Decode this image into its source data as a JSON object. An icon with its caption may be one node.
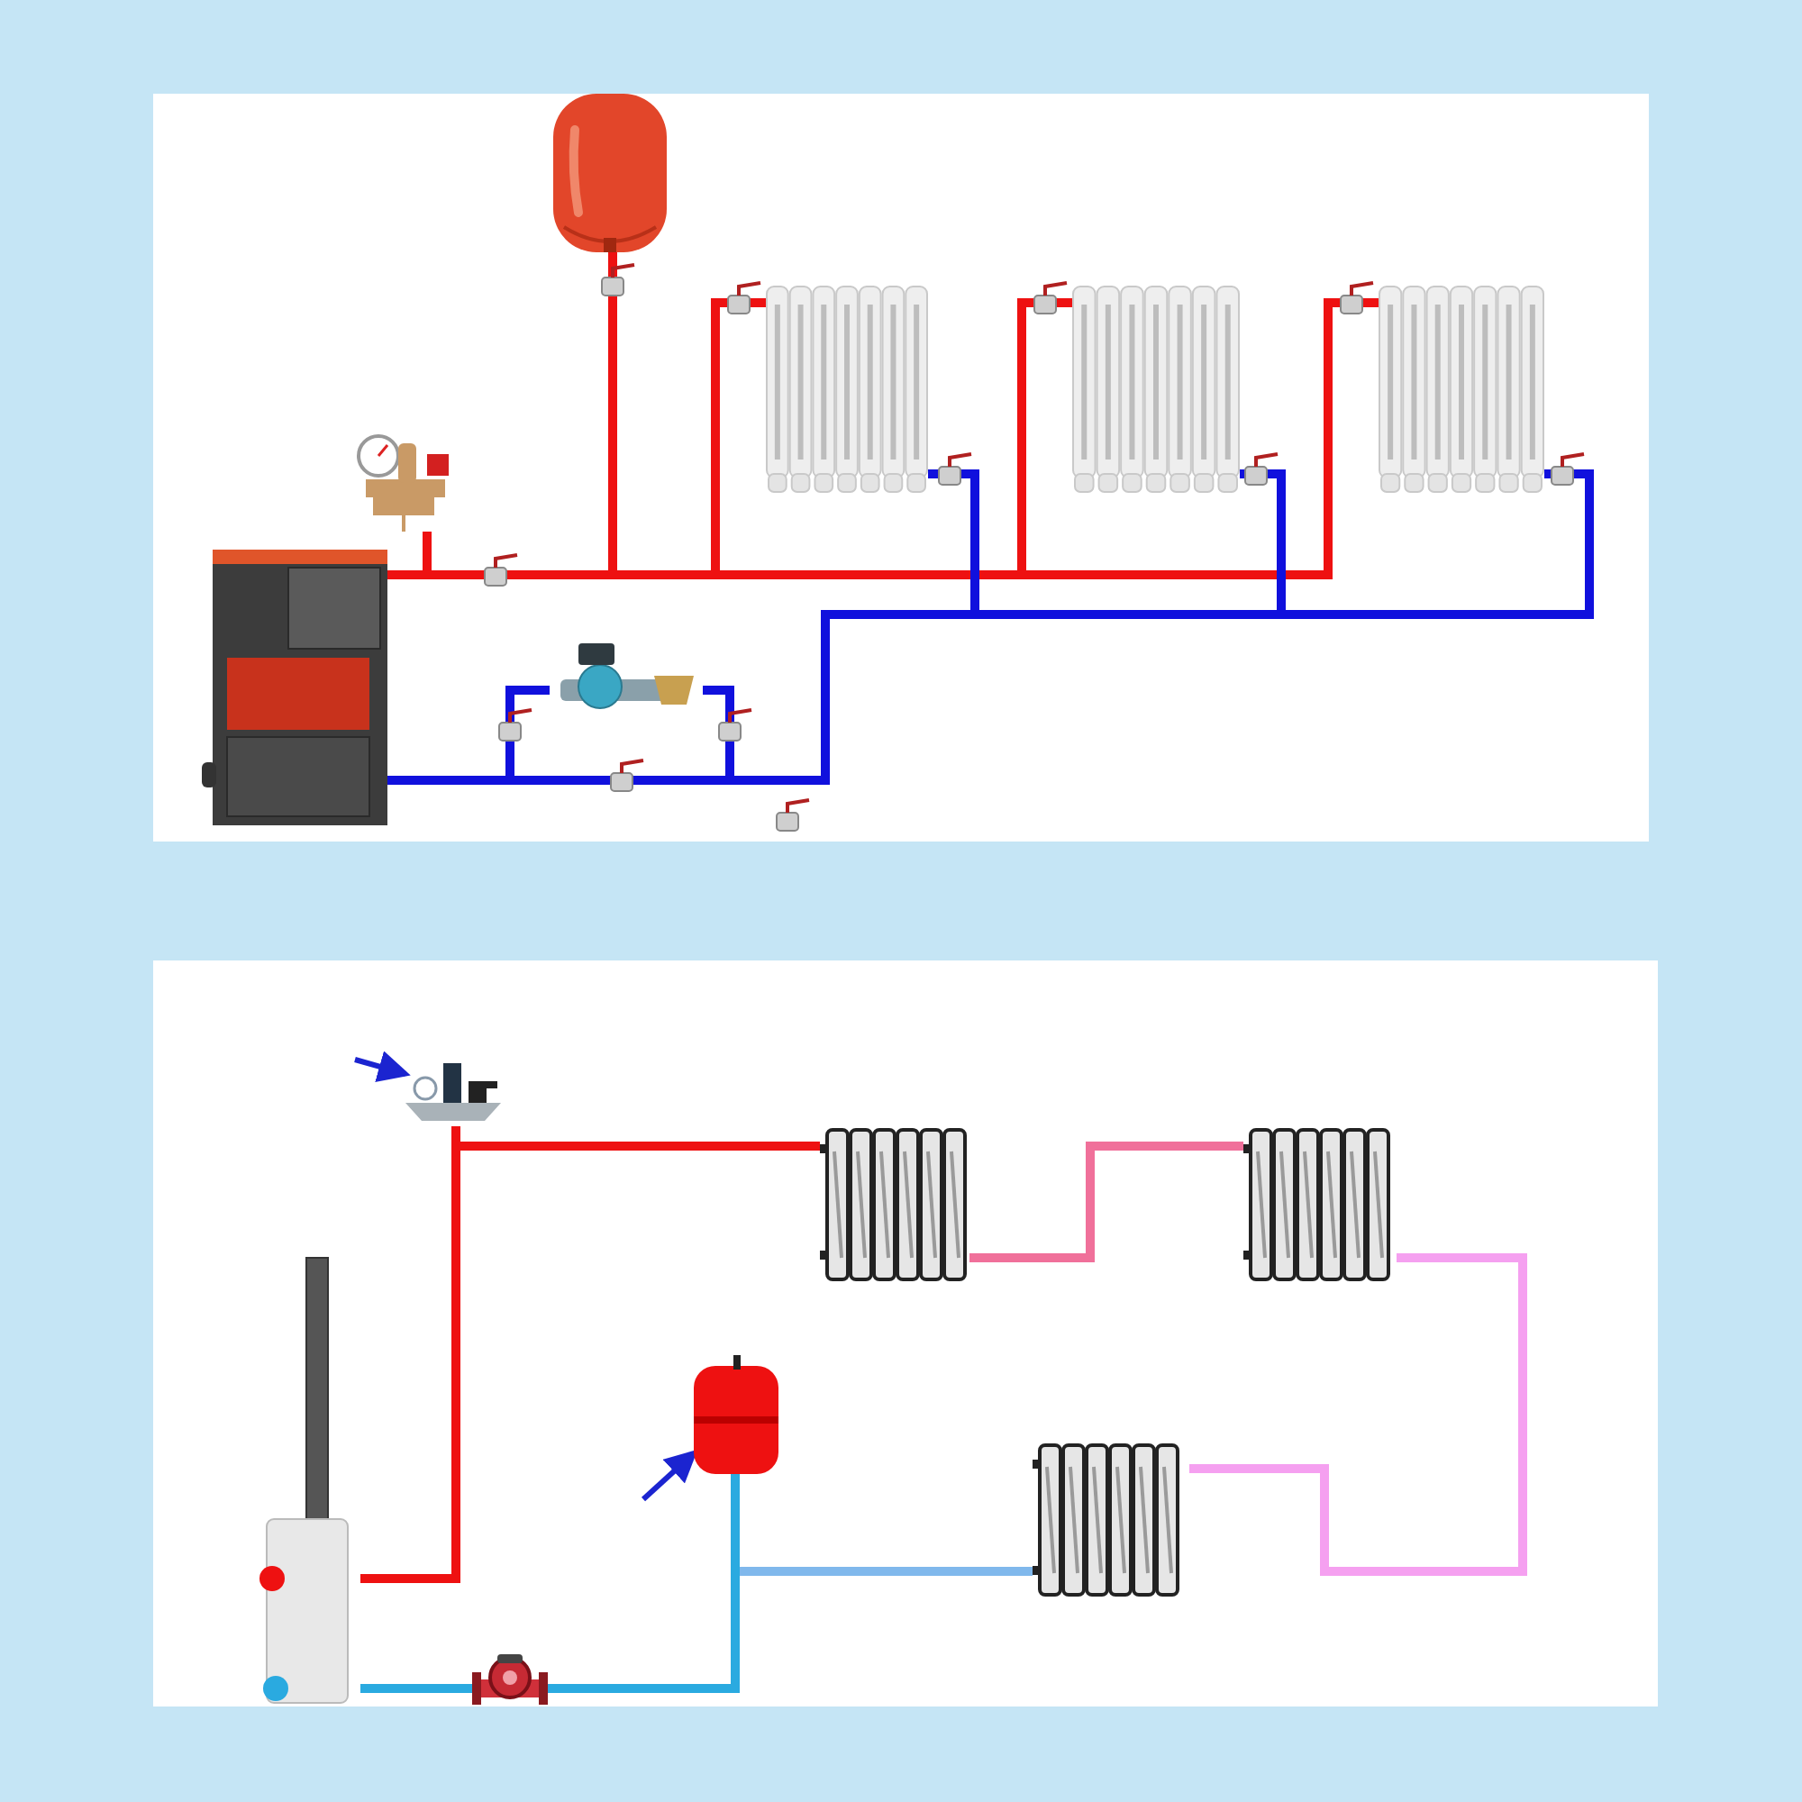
{
  "diagram": {
    "nodes": [
      {
        "text": [],
        "shape": "picture"
      },
      {
        "text": [],
        "shape": "picture"
      },
      {
        "text": [],
        "shape": "picture"
      },
      {
        "text": [],
        "shape": "picture"
      },
      {
        "text": [],
        "shape": "picture"
      },
      {
        "text": [],
        "shape": "picture"
      },
      {
        "text": [],
        "shape": "picture"
      },
      {
        "text": [],
        "shape": "picture"
      },
      {
        "text": [],
        "shape": "picture"
      },
      {
        "text": [],
        "shape": "picture"
      },
      {
        "text": [],
        "shape": "picture"
      },
      {
        "text": [],
        "shape": "picture"
      },
      {
        "text": [],
        "shape": "picture"
      },
      {
        "text": [],
        "shape": "picture"
      }
    ],
    "edges": [
      {
        "from": 0,
        "to": 1,
        "arrow": "none",
        "color": "#ee1111"
      },
      {
        "from": 0,
        "to": 2,
        "arrow": "none",
        "color": "#ee1111"
      },
      {
        "from": 0,
        "to": 3,
        "arrow": "none",
        "color": "#ee1111"
      },
      {
        "from": 0,
        "to": 4,
        "arrow": "none",
        "color": "#ee1111"
      },
      {
        "from": 0,
        "to": 5,
        "arrow": "none",
        "color": "#ee1111"
      },
      {
        "from": 3,
        "to": 0,
        "arrow": "none",
        "color": "#1010dd"
      },
      {
        "from": 4,
        "to": 0,
        "arrow": "none",
        "color": "#1010dd"
      },
      {
        "from": 5,
        "to": 0,
        "arrow": "none",
        "color": "#1010dd"
      },
      {
        "from": 6,
        "to": 0,
        "arrow": "none",
        "color": "#1010dd"
      },
      {
        "from": 6,
        "to": 0,
        "arrow": "none",
        "color": "#1010dd"
      },
      {
        "from": 8,
        "to": 7,
        "arrow": "none",
        "color": "#ee1111"
      },
      {
        "from": 7,
        "to": 9,
        "arrow": "none",
        "color": "#ee1111"
      },
      {
        "from": 9,
        "to": 10,
        "arrow": "none",
        "color": "#f0709a"
      },
      {
        "from": 10,
        "to": 12,
        "arrow": "none",
        "color": "#f5a0f0"
      },
      {
        "from": 12,
        "to": 13,
        "arrow": "none",
        "color": "#80b8ec"
      },
      {
        "from": 11,
        "to": 13,
        "arrow": "none",
        "color": "#2aaae0"
      },
      {
        "from": 13,
        "to": 8,
        "arrow": "none",
        "color": "#2aaae0"
      },
      {
        "from": null,
        "to": 7,
        "arrow": "to",
        "color": "#1b24d0"
      },
      {
        "from": null,
        "to": 11,
        "arrow": "to",
        "color": "#1b24d0"
      }
    ]
  }
}
